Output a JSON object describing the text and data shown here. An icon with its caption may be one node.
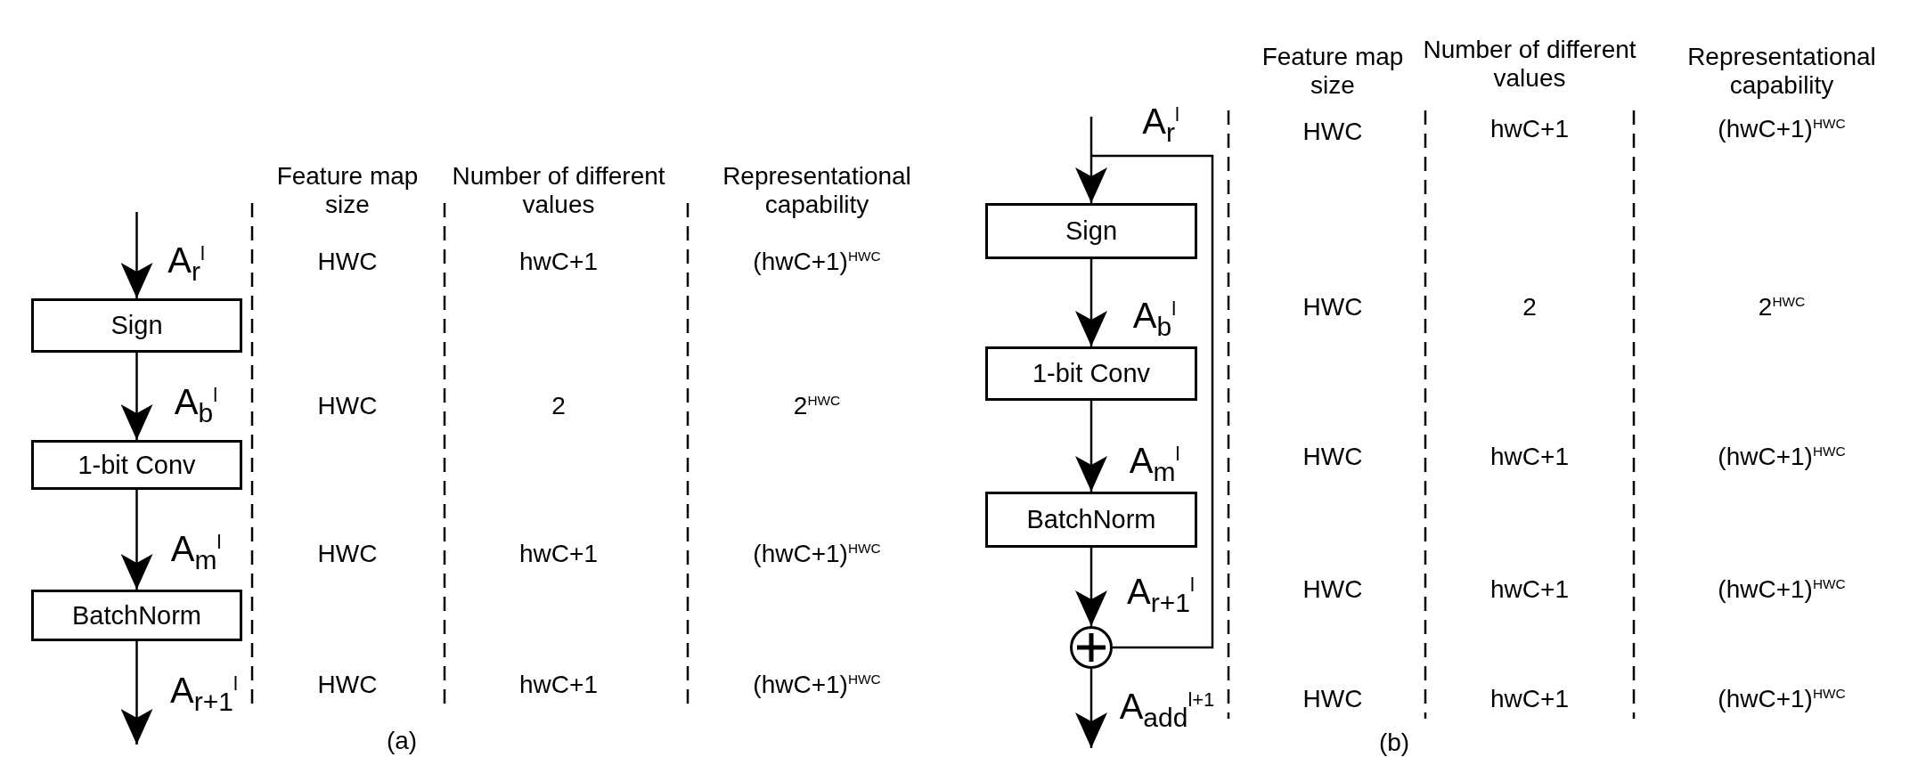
{
  "diagram": {
    "nodes": [
      {
        "text": [
          "Sign"
        ]
      },
      {
        "text": [
          "1-bit Conv"
        ]
      },
      {
        "text": [
          "BatchNorm"
        ]
      },
      {
        "text": [
          "Sign"
        ]
      },
      {
        "text": [
          "1-bit Conv"
        ]
      },
      {
        "text": [
          "BatchNorm"
        ]
      },
      {
        "text": [],
        "shape": "circle"
      }
    ],
    "edges": [
      {
        "from": null,
        "to": 0,
        "arrow": "to",
        "label": "A$_{r}$$^{l}$"
      },
      {
        "from": 0,
        "to": 1,
        "arrow": "to",
        "label": "A$_{b}$$^{l}$"
      },
      {
        "from": 1,
        "to": 2,
        "arrow": "to",
        "label": "A$_{m}$$^{l}$"
      },
      {
        "from": 2,
        "to": null,
        "arrow": "to",
        "label": "A$_{r+1}$$^{l}$"
      },
      {
        "from": null,
        "to": 3,
        "arrow": "to",
        "label": "A$_{r}$$^{l}$"
      },
      {
        "from": 3,
        "to": 4,
        "arrow": "to",
        "label": "A$_{b}$$^{l}$"
      },
      {
        "from": 4,
        "to": 5,
        "arrow": "to",
        "label": "A$_{m}$$^{l}$"
      },
      {
        "from": 5,
        "to": 6,
        "arrow": "to",
        "label": "A$_{r+1}$$^{l}$"
      },
      {
        "from": null,
        "to": 6,
        "arrow": "none"
      },
      {
        "from": 6,
        "to": null,
        "arrow": "to",
        "label": "A$_{add}$$^{l+1}$"
      }
    ],
    "labels": [
      "Feature map size",
      "Number of different values",
      "Representational capability",
      "HWC",
      "hwC+1",
      "(hwC+1)$^{HWC}$",
      "HWC",
      "2",
      "2$^{HWC}$",
      "HWC",
      "hwC+1",
      "(hwC+1)$^{HWC}$",
      "HWC",
      "hwC+1",
      "(hwC+1)$^{HWC}$",
      "(a)",
      "Feature map size",
      "Number of different values",
      "Representational capability",
      "HWC",
      "hwC+1",
      "(hwC+1)$^{HWC}$",
      "HWC",
      "2",
      "2$^{HWC}$",
      "HWC",
      "hwC+1",
      "(hwC+1)$^{HWC}$",
      "HWC",
      "hwC+1",
      "(hwC+1)$^{HWC}$",
      "HWC",
      "hwC+1",
      "(hwC+1)$^{HWC}$",
      "(b)"
    ]
  }
}
